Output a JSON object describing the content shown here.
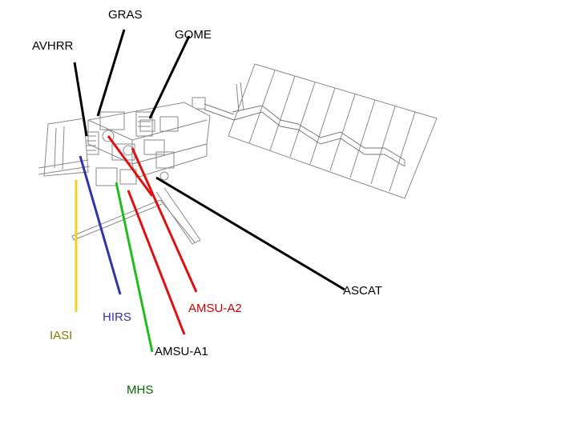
{
  "diagram": {
    "labels": {
      "gras": "GRAS",
      "gome": "GOME",
      "avhrr": "AVHRR",
      "ascat": "ASCAT",
      "hirs": "HIRS",
      "amsu_a2": "AMSU-A2",
      "iasi": "IASI",
      "amsu_a1": "AMSU-A1",
      "mhs": "MHS"
    },
    "colors": {
      "background": "#ffffff",
      "label_text": "#000000",
      "hirs_text": "#333399",
      "iasi_text": "#8a7a00",
      "amsu_a2_text": "#cc0000",
      "amsu_a1_text": "#000000",
      "mhs_text": "#006600",
      "line_black": "#000000",
      "line_yellow": "#f0d020",
      "line_blue": "#3333aa",
      "line_green": "#22bb22",
      "line_red": "#dd1111",
      "sketch": "#8a8a8a"
    },
    "image": "satellite-line-drawing"
  }
}
